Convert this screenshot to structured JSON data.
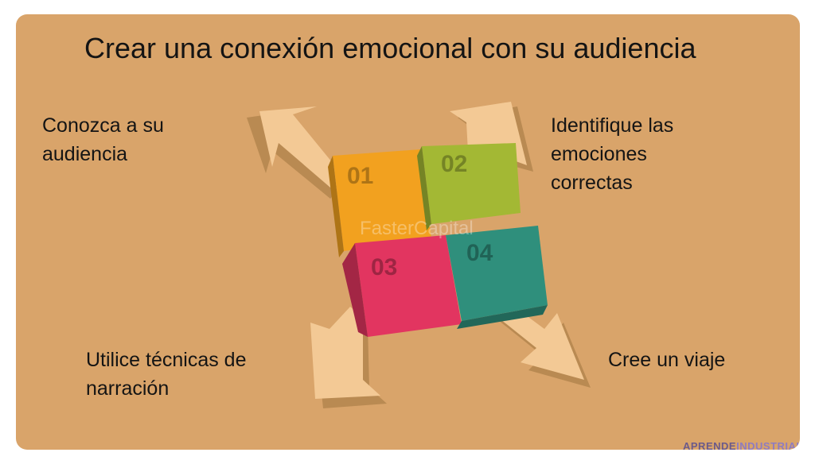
{
  "title": "Crear una conexión emocional con su audiencia",
  "steps": [
    {
      "number": "01",
      "label_lines": [
        "Conozca a su",
        "audiencia"
      ],
      "color": "#f2a11f"
    },
    {
      "number": "02",
      "label_lines": [
        "Identifique las",
        "emociones",
        "correctas"
      ],
      "color": "#a3b834"
    },
    {
      "number": "03",
      "label_lines": [
        "Utilice técnicas de",
        "narración"
      ],
      "color": "#e23560"
    },
    {
      "number": "04",
      "label_lines": [
        "Cree un viaje"
      ],
      "color": "#2f8f7c"
    }
  ],
  "watermark": "FasterCapital",
  "brand": {
    "part1": "APRENDE",
    "part2": "INDUSTRIAL"
  },
  "colors": {
    "background": "#d9a46a",
    "arrow": "#f3c995"
  }
}
